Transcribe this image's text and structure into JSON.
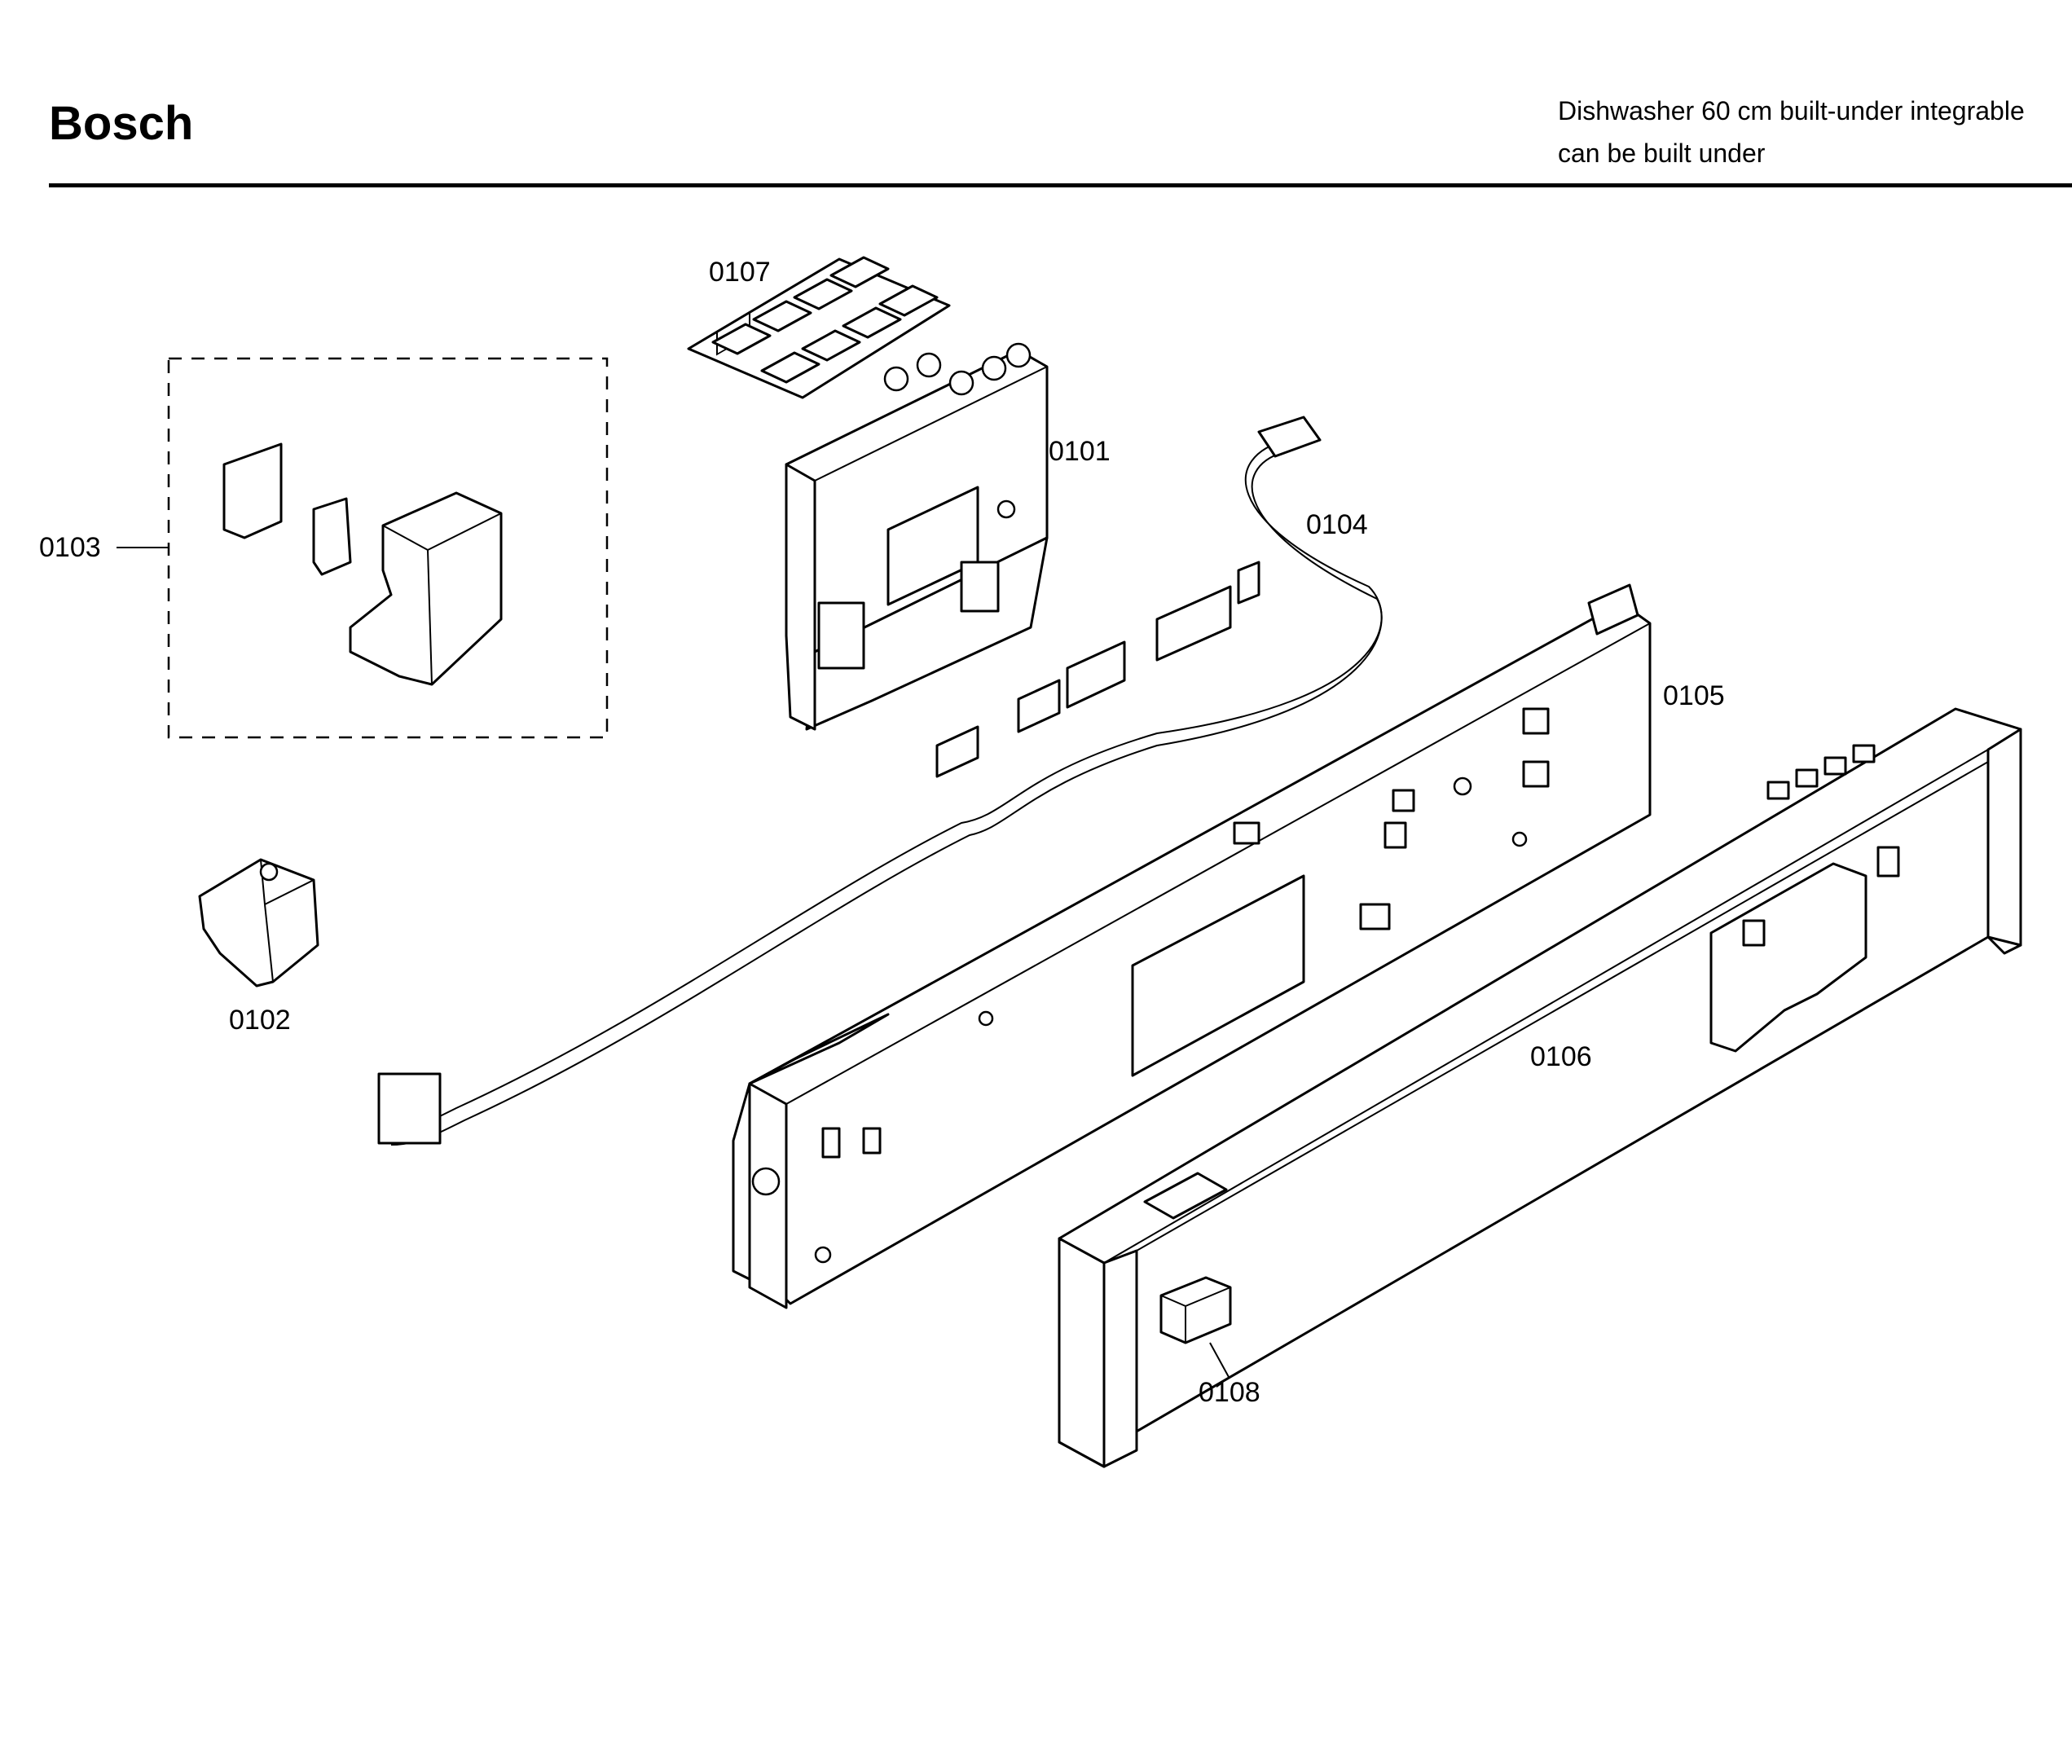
{
  "header": {
    "brand": "Bosch",
    "subtitle_line1": "Dishwasher 60 cm built-under integrable",
    "subtitle_line2": "can be built under"
  },
  "parts": {
    "p0101": "0101",
    "p0102": "0102",
    "p0103": "0103",
    "p0104": "0104",
    "p0105": "0105",
    "p0106": "0106",
    "p0107": "0107",
    "p0108": "0108"
  }
}
